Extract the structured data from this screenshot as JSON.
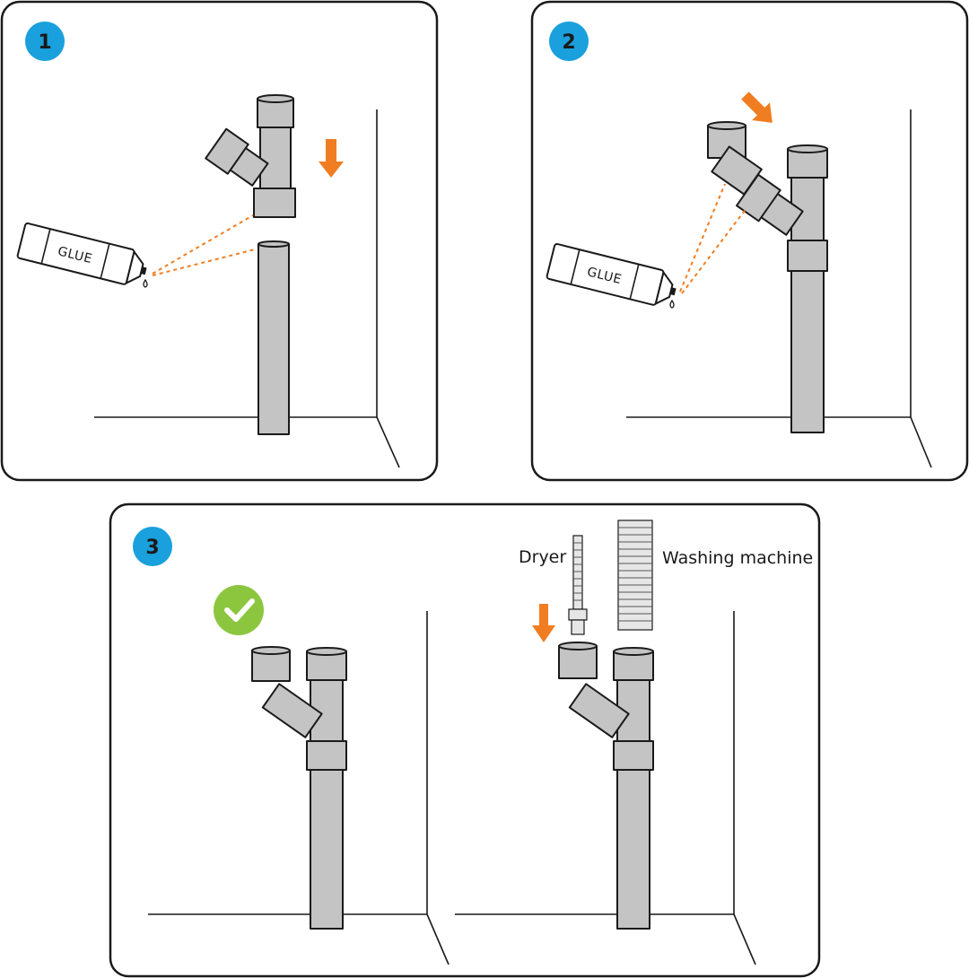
{
  "steps": [
    {
      "number": "1",
      "glue_label": "GLUE"
    },
    {
      "number": "2",
      "glue_label": "GLUE"
    },
    {
      "number": "3"
    }
  ],
  "labels": {
    "dryer": "Dryer",
    "washing_machine": "Washing machine"
  },
  "colors": {
    "badge": "#1aa0dc",
    "arrow": "#f07d21",
    "check": "#8cc63f",
    "pipe": "#c4c4c4"
  },
  "icons": [
    "down-arrow-icon",
    "diagonal-arrow-icon",
    "checkmark-icon",
    "glue-drop-icon"
  ]
}
